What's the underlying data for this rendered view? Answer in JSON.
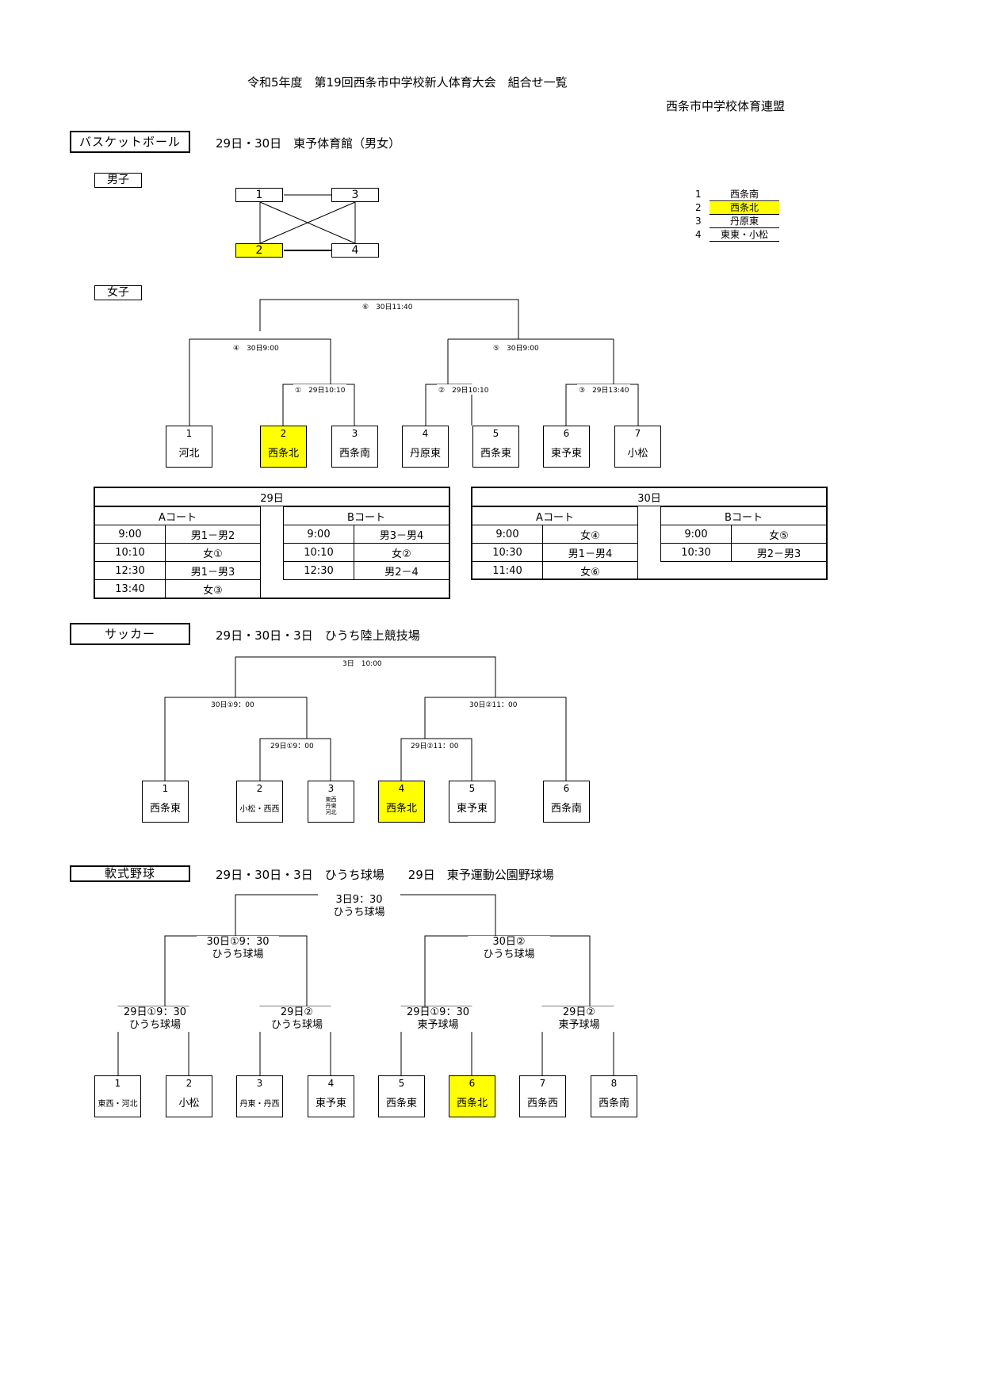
{
  "header": {
    "title": "令和5年度　第19回西条市中学校新人体育大会　組合せ一覧",
    "organizer": "西条市中学校体育連盟"
  },
  "colors": {
    "highlight": "#ffff00"
  },
  "basketball": {
    "label": "バスケットボール",
    "info": "29日・30日　東予体育館（男女）",
    "boys_label": "男子",
    "girls_label": "女子",
    "boys_numbers": [
      "1",
      "2",
      "3",
      "4"
    ],
    "boys_legend": [
      {
        "num": "1",
        "name": "西条南"
      },
      {
        "num": "2",
        "name": "西条北"
      },
      {
        "num": "3",
        "name": "丹原東"
      },
      {
        "num": "4",
        "name": "東東・小松"
      }
    ],
    "girls_nodes": {
      "final": "⑥　30日11:40",
      "semi1": "④　30日9:00",
      "semi2": "⑤　30日9:00",
      "r1": "①　29日10:10",
      "r2": "②　29日10:10",
      "r3": "③　29日13:40"
    },
    "girls_teams": [
      {
        "num": "1",
        "name": "河北"
      },
      {
        "num": "2",
        "name": "西条北"
      },
      {
        "num": "3",
        "name": "西条南"
      },
      {
        "num": "4",
        "name": "丹原東"
      },
      {
        "num": "5",
        "name": "西条東"
      },
      {
        "num": "6",
        "name": "東予東"
      },
      {
        "num": "7",
        "name": "小松"
      }
    ],
    "schedule": {
      "day29": {
        "title": "29日",
        "courtA": "Aコート",
        "courtB": "Bコート",
        "a_rows": [
          [
            "9:00",
            "男1－男2"
          ],
          [
            "10:10",
            "女①"
          ],
          [
            "12:30",
            "男1－男3"
          ],
          [
            "13:40",
            "女③"
          ]
        ],
        "b_rows": [
          [
            "9:00",
            "男3－男4"
          ],
          [
            "10:10",
            "女②"
          ],
          [
            "12:30",
            "男2－4"
          ]
        ]
      },
      "day30": {
        "title": "30日",
        "courtA": "Aコート",
        "courtB": "Bコート",
        "a_rows": [
          [
            "9:00",
            "女④"
          ],
          [
            "10:30",
            "男1－男4"
          ],
          [
            "11:40",
            "女⑥"
          ]
        ],
        "b_rows": [
          [
            "9:00",
            "女⑤"
          ],
          [
            "10:30",
            "男2－男3"
          ]
        ]
      }
    }
  },
  "soccer": {
    "label": "サッカー",
    "info": "29日・30日・3日　ひうち陸上競技場",
    "nodes": {
      "final": "3日　10:00",
      "semi1": "30日①9：00",
      "semi2": "30日②11：00",
      "r1": "29日①9：00",
      "r2": "29日②11：00"
    },
    "teams": [
      {
        "num": "1",
        "name": "西条東"
      },
      {
        "num": "2",
        "name": "小松・西西"
      },
      {
        "num": "3",
        "name_lines": [
          "東西",
          "丹東",
          "河北"
        ]
      },
      {
        "num": "4",
        "name": "西条北"
      },
      {
        "num": "5",
        "name": "東予東"
      },
      {
        "num": "6",
        "name": "西条南"
      }
    ]
  },
  "baseball": {
    "label": "軟式野球",
    "info": "29日・30日・3日　ひうち球場　　29日　東予運動公園野球場",
    "nodes": {
      "final": [
        "3日9：30",
        "ひうち球場"
      ],
      "semi1": [
        "30日①9：30",
        "ひうち球場"
      ],
      "semi2": [
        "30日②",
        "ひうち球場"
      ],
      "q1": [
        "29日①9：30",
        "ひうち球場"
      ],
      "q2": [
        "29日②",
        "ひうち球場"
      ],
      "q3": [
        "29日①9：30",
        "東予球場"
      ],
      "q4": [
        "29日②",
        "東予球場"
      ]
    },
    "teams": [
      {
        "num": "1",
        "name": "東西・河北"
      },
      {
        "num": "2",
        "name": "小松"
      },
      {
        "num": "3",
        "name": "丹東・丹西"
      },
      {
        "num": "4",
        "name": "東予東"
      },
      {
        "num": "5",
        "name": "西条東"
      },
      {
        "num": "6",
        "name": "西条北"
      },
      {
        "num": "7",
        "name": "西条西"
      },
      {
        "num": "8",
        "name": "西条南"
      }
    ]
  }
}
